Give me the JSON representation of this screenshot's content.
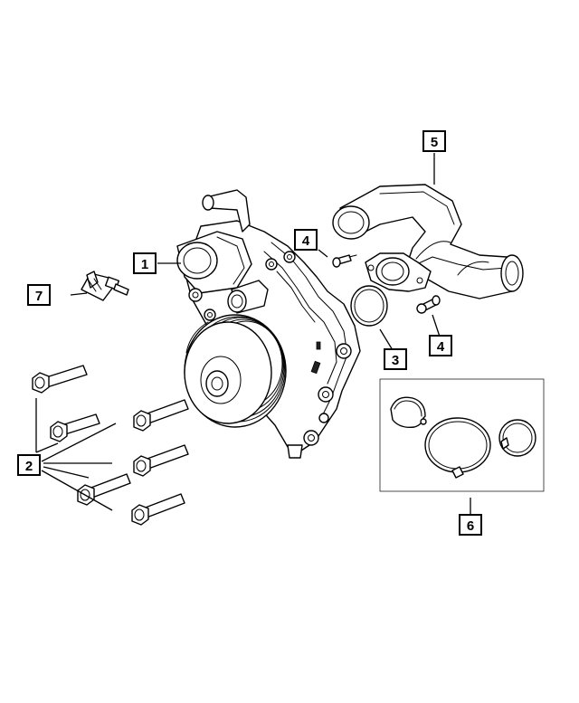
{
  "callouts": [
    {
      "id": "c1",
      "label": "1"
    },
    {
      "id": "c2",
      "label": "2"
    },
    {
      "id": "c3",
      "label": "3"
    },
    {
      "id": "c4a",
      "label": "4"
    },
    {
      "id": "c4b",
      "label": "4"
    },
    {
      "id": "c5",
      "label": "5"
    },
    {
      "id": "c6",
      "label": "6"
    },
    {
      "id": "c7",
      "label": "7"
    }
  ],
  "colors": {
    "line": "#000000",
    "background": "#ffffff"
  }
}
